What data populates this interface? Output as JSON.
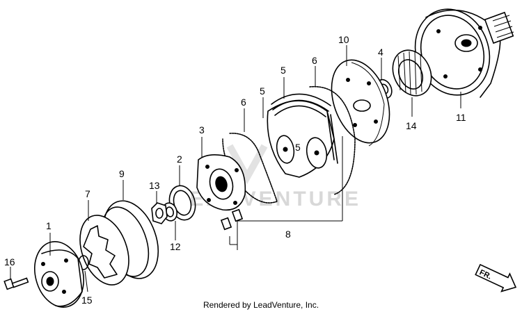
{
  "diagram": {
    "watermark": "LEADVENTURE",
    "callouts": [
      {
        "id": "1",
        "text": "1"
      },
      {
        "id": "2",
        "text": "2"
      },
      {
        "id": "3",
        "text": "3"
      },
      {
        "id": "4",
        "text": "4"
      },
      {
        "id": "5a",
        "text": "5"
      },
      {
        "id": "5b",
        "text": "5"
      },
      {
        "id": "5c",
        "text": "5"
      },
      {
        "id": "6a",
        "text": "6"
      },
      {
        "id": "6b",
        "text": "6"
      },
      {
        "id": "7",
        "text": "7"
      },
      {
        "id": "8",
        "text": "8"
      },
      {
        "id": "9",
        "text": "9"
      },
      {
        "id": "10",
        "text": "10"
      },
      {
        "id": "11",
        "text": "11"
      },
      {
        "id": "12",
        "text": "12"
      },
      {
        "id": "13",
        "text": "13"
      },
      {
        "id": "14",
        "text": "14"
      },
      {
        "id": "15",
        "text": "15"
      },
      {
        "id": "16",
        "text": "16"
      }
    ],
    "direction_arrow": "FR.",
    "credit": "Rendered by LeadVenture, Inc."
  }
}
